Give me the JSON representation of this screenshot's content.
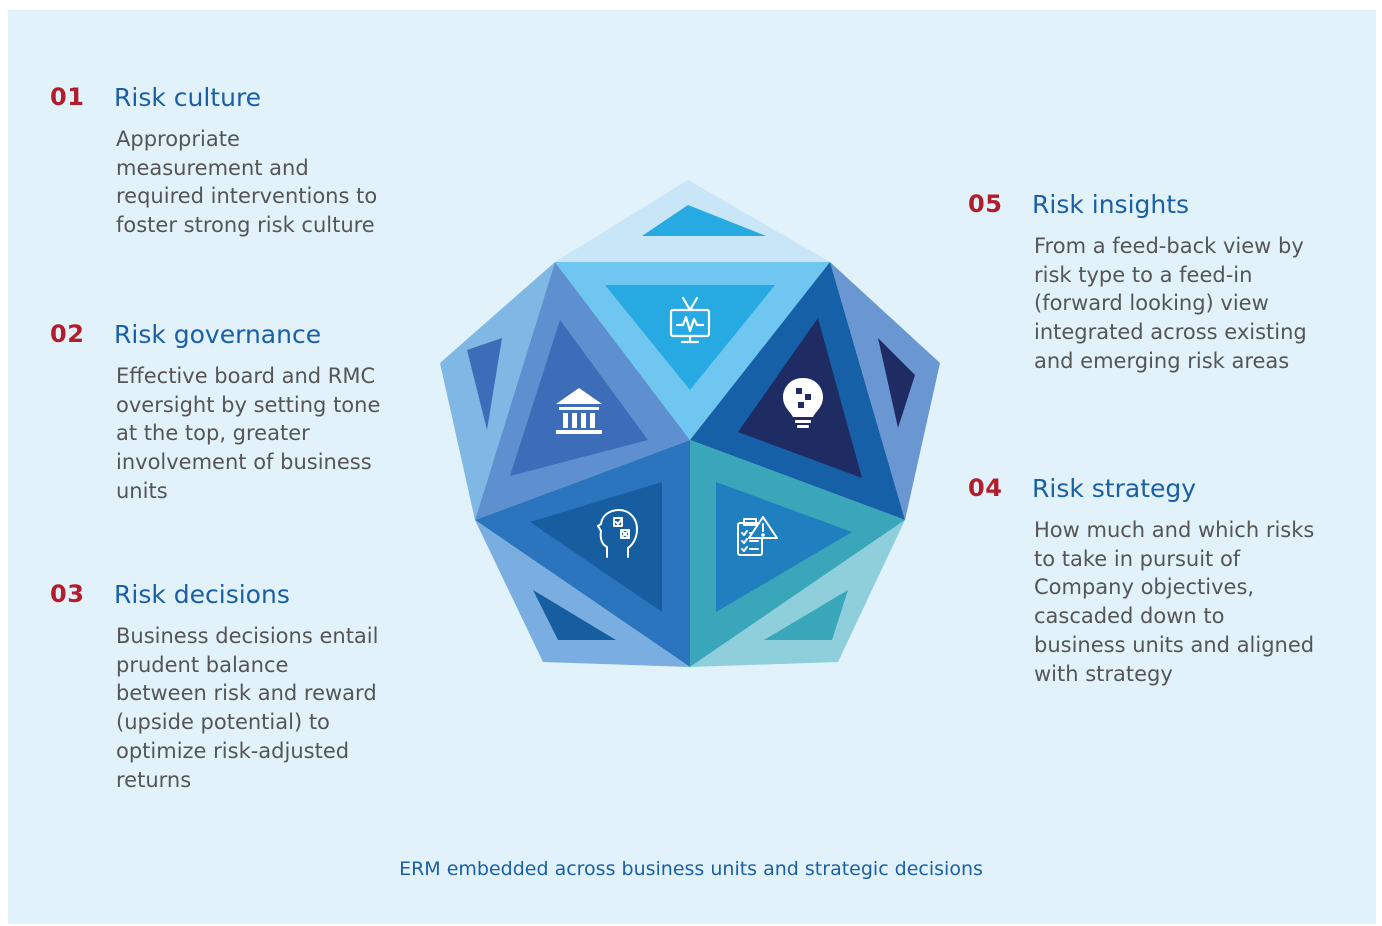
{
  "items": [
    {
      "id": "01",
      "number": "01",
      "title": "Risk culture",
      "lines": [
        "Appropriate",
        "measurement and",
        "required interventions to",
        "foster strong risk culture"
      ]
    },
    {
      "id": "02",
      "number": "02",
      "title": "Risk governance",
      "lines": [
        "Effective board and RMC",
        "oversight by setting tone",
        "at the top, greater",
        "involvement of business",
        "units"
      ]
    },
    {
      "id": "03",
      "number": "03",
      "title": "Risk decisions",
      "lines": [
        "Business decisions entail",
        "prudent balance",
        "between risk and reward",
        "(upside potential) to",
        "optimize risk-adjusted",
        "returns"
      ]
    },
    {
      "id": "05",
      "number": "05",
      "title": "Risk insights",
      "lines": [
        "From a feed-back view by",
        "risk type to a feed-in",
        "(forward looking) view",
        "integrated across existing",
        "and emerging risk areas"
      ]
    },
    {
      "id": "04",
      "number": "04",
      "title": "Risk strategy",
      "lines": [
        "How much and which risks",
        "to take in pursuit of",
        "Company objectives,",
        "cascaded down to",
        "business units and aligned",
        "with strategy"
      ]
    }
  ],
  "footer": "ERM embedded across business units and strategic decisions",
  "colors": {
    "background": "#e1f2fb",
    "number": "#b31d2b",
    "heading": "#1a5fa6",
    "body_text": "#555555"
  },
  "icons": [
    "monitor-pulse-icon",
    "government-building-icon",
    "lightbulb-puzzle-icon",
    "head-checklist-icon",
    "clipboard-warning-icon"
  ]
}
